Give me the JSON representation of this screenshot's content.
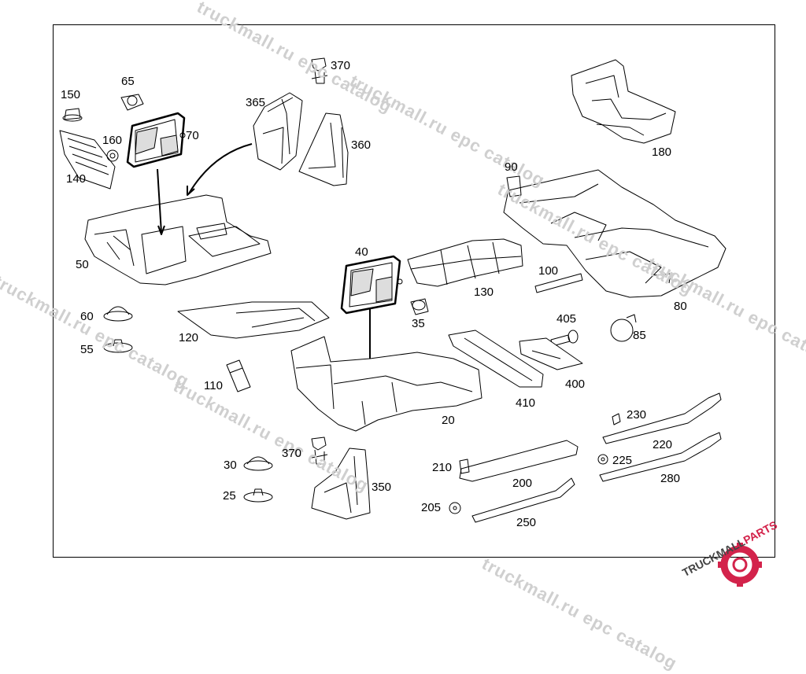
{
  "diagram": {
    "callouts": [
      {
        "id": "370",
        "label": "370"
      },
      {
        "id": "65",
        "label": "65"
      },
      {
        "id": "150",
        "label": "150"
      },
      {
        "id": "365",
        "label": "365"
      },
      {
        "id": "160",
        "label": "160"
      },
      {
        "id": "70",
        "label": "70"
      },
      {
        "id": "360",
        "label": "360"
      },
      {
        "id": "140",
        "label": "140"
      },
      {
        "id": "180",
        "label": "180"
      },
      {
        "id": "90",
        "label": "90"
      },
      {
        "id": "50",
        "label": "50"
      },
      {
        "id": "40",
        "label": "40"
      },
      {
        "id": "130",
        "label": "130"
      },
      {
        "id": "100",
        "label": "100"
      },
      {
        "id": "80",
        "label": "80"
      },
      {
        "id": "60",
        "label": "60"
      },
      {
        "id": "35",
        "label": "35"
      },
      {
        "id": "405",
        "label": "405"
      },
      {
        "id": "85",
        "label": "85"
      },
      {
        "id": "120",
        "label": "120"
      },
      {
        "id": "55",
        "label": "55"
      },
      {
        "id": "400",
        "label": "400"
      },
      {
        "id": "110",
        "label": "110"
      },
      {
        "id": "410",
        "label": "410"
      },
      {
        "id": "20",
        "label": "20"
      },
      {
        "id": "230",
        "label": "230"
      },
      {
        "id": "220",
        "label": "220"
      },
      {
        "id": "370b",
        "label": "370"
      },
      {
        "id": "30",
        "label": "30"
      },
      {
        "id": "210",
        "label": "210"
      },
      {
        "id": "225",
        "label": "225"
      },
      {
        "id": "200",
        "label": "200"
      },
      {
        "id": "280",
        "label": "280"
      },
      {
        "id": "350",
        "label": "350"
      },
      {
        "id": "25",
        "label": "25"
      },
      {
        "id": "205",
        "label": "205"
      },
      {
        "id": "250",
        "label": "250"
      }
    ],
    "watermarks": [
      {
        "text": "truckmall.ru epc catalog"
      },
      {
        "text": "truckmall.ru epc catalog"
      },
      {
        "text": "truckmall.ru epc catalog"
      },
      {
        "text": "truckmall.ru epc catalog"
      },
      {
        "text": "truckmall.ru epc catalog"
      },
      {
        "text": "truckmall.ru epc catalog"
      },
      {
        "text": "truckmall.ru epc catalog"
      }
    ]
  },
  "logo": {
    "text_main": "TRUCKMALL",
    "text_accent": "PARTS",
    "accent_color": "#d3234b"
  }
}
